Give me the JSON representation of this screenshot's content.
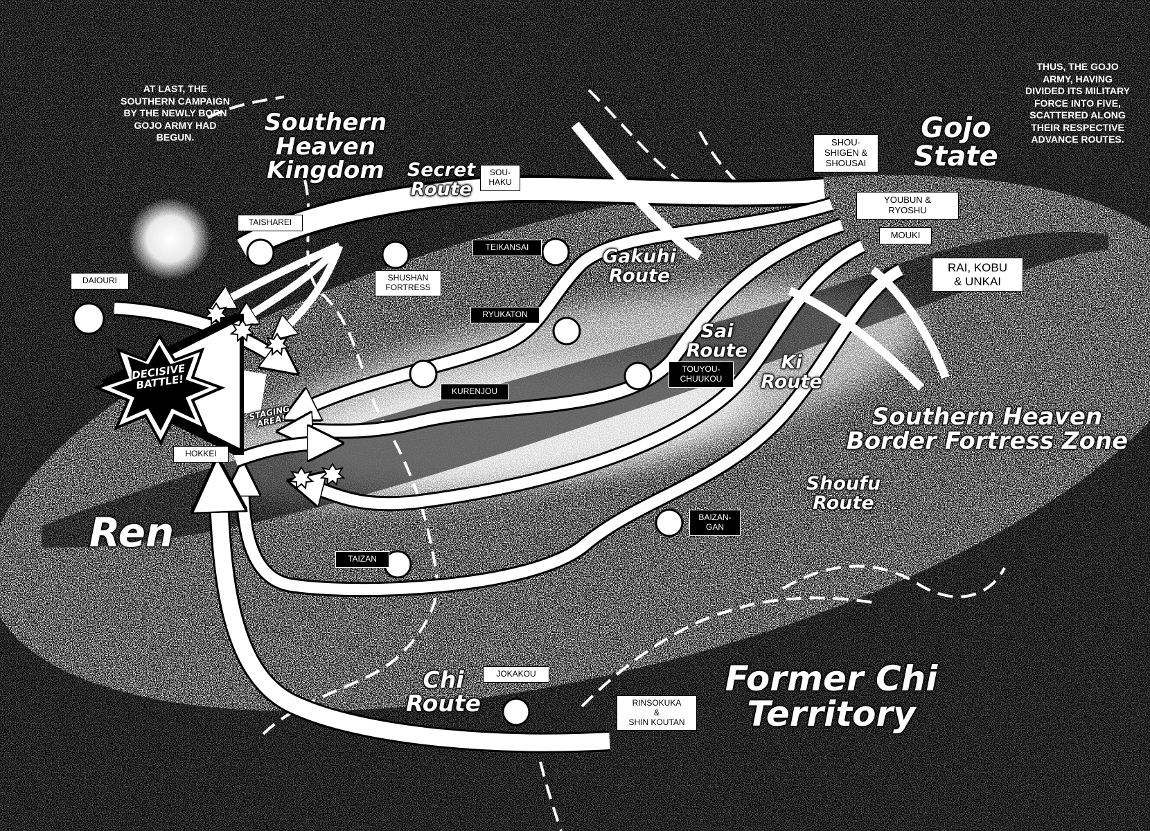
{
  "narration": {
    "intro": "At last, the southern campaign by the newly born Gojo army had begun.",
    "outro": "Thus, the Gojo army, having divided its military force into five, scattered along their respective advance routes."
  },
  "regions": {
    "southern_heaven_kingdom": "Southern Heaven Kingdom",
    "gojo_state": "Gojo State",
    "ren": "Ren",
    "former_chi_territory": "Former Chi Territory",
    "border_fortress_zone": "Southern Heaven Border Fortress Zone"
  },
  "routes": {
    "secret": "Secret Route",
    "gakuhi": "Gakuhi Route",
    "sai": "Sai Route",
    "ki": "Ki Route",
    "shoufu": "Shoufu Route",
    "chi": "Chi Route"
  },
  "places": {
    "daiouri": "DAIOURI",
    "taisharei": "TAISHAREI",
    "shushan_fortress": "SHUSHAN FORTRESS",
    "teikansai": "TEIKANSAI",
    "ryukaton": "RYUKATON",
    "kurenjou": "KURENJOU",
    "hokkei": "HOKKEI",
    "taizan": "TAIZAN",
    "jokakou": "JOKAKOU",
    "touyou_chuukou": "TOUYOU-\nCHUUKOU",
    "baizangan": "BAIZAN-\nGAN",
    "souhaku": "SOU-\nHAKU",
    "rinsokuka": "RINSOKUKA\n&\nSHIN KOUTAN"
  },
  "commanders": {
    "shoushigen": "SHOU-\nSHIGEN &\nSHOUSAI",
    "youbun": "YOUBUN &\nRYOSHU",
    "mouki": "MOUKI",
    "rai": "RAI, KOBU\n& UNKAI"
  },
  "markers": {
    "decisive_battle": "DECISIVE BATTLE!",
    "staging_area": "STAGING AREA!"
  },
  "colors": {
    "background": "#000000",
    "routes": "#ffffff",
    "galaxy": "#ffffff"
  }
}
